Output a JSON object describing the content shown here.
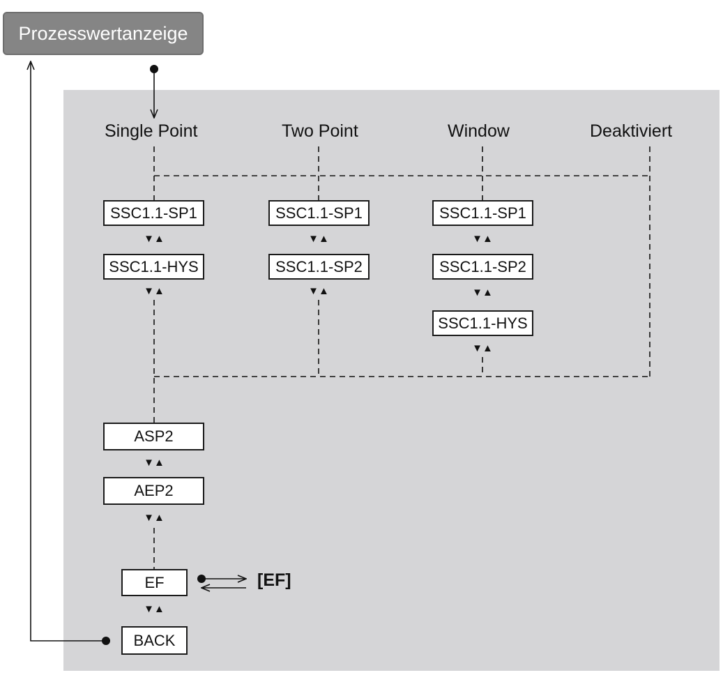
{
  "header": {
    "label": "Prozesswertanzeige"
  },
  "columns": {
    "single_point": "Single Point",
    "two_point": "Two Point",
    "window": "Window",
    "deaktiviert": "Deaktiviert"
  },
  "single_point_items": [
    "SSC1.1-SP1",
    "SSC1.1-HYS"
  ],
  "two_point_items": [
    "SSC1.1-SP1",
    "SSC1.1-SP2"
  ],
  "window_items": [
    "SSC1.1-SP1",
    "SSC1.1-SP2",
    "SSC1.1-HYS"
  ],
  "common_items": {
    "asp2": "ASP2",
    "aep2": "AEP2",
    "ef": "EF",
    "back": "BACK"
  },
  "ef_submenu_label": "[EF]",
  "nav_symbol": "▼▲"
}
